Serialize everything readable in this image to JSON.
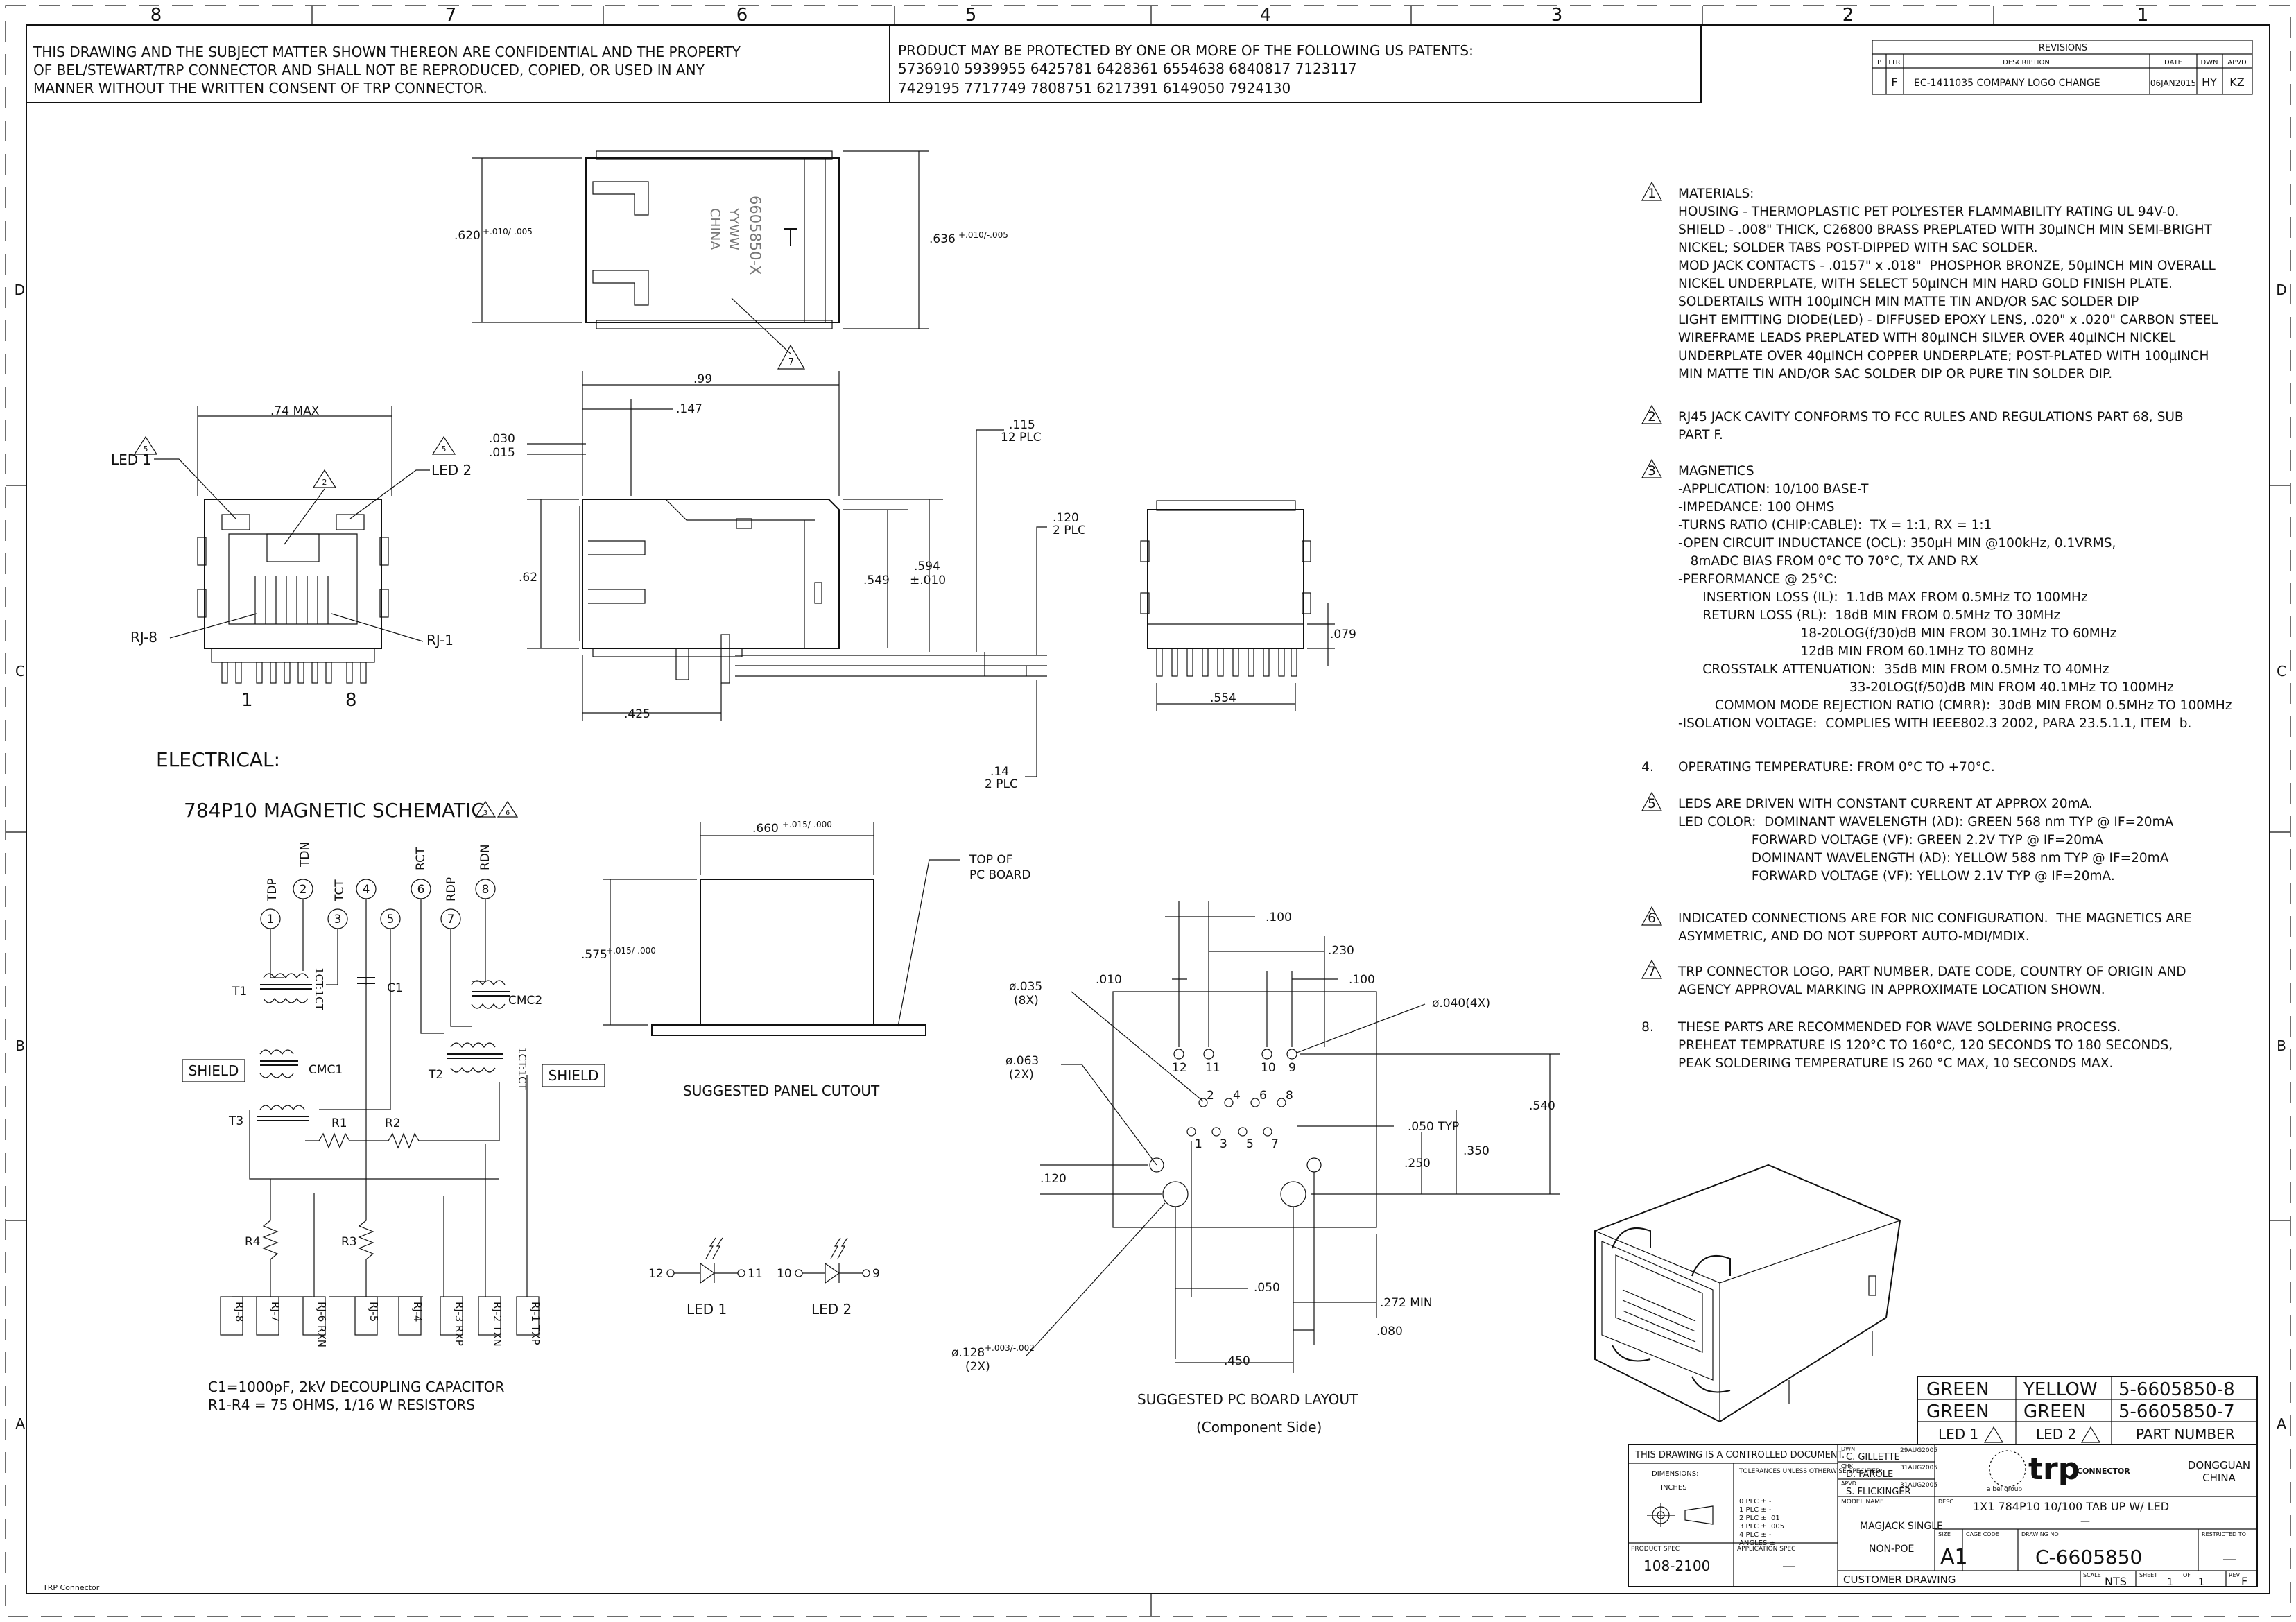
{
  "frame": {
    "col_labels": [
      "8",
      "7",
      "6",
      "5",
      "4",
      "3",
      "2",
      "1"
    ],
    "row_labels": [
      "D",
      "C",
      "B",
      "A"
    ],
    "footer_left": "TRP Connector"
  },
  "header": {
    "confidential": [
      "THIS DRAWING AND THE SUBJECT MATTER SHOWN THEREON ARE CONFIDENTIAL AND THE PROPERTY",
      "OF BEL/STEWART/TRP CONNECTOR AND SHALL NOT BE REPRODUCED, COPIED, OR USED IN ANY",
      "MANNER WITHOUT THE WRITTEN CONSENT OF TRP CONNECTOR."
    ],
    "patents": [
      "PRODUCT MAY BE PROTECTED BY ONE OR MORE OF THE FOLLOWING US PATENTS:",
      "5736910  5939955  6425781  6428361  6554638  6840817  7123117",
      "7429195  7717749  7808751  6217391  6149050  7924130"
    ]
  },
  "revisions": {
    "title": "REVISIONS",
    "headers": [
      "P",
      "LTR",
      "DESCRIPTION",
      "DATE",
      "DWN",
      "APVD"
    ],
    "row": [
      "",
      "F",
      "EC-1411035 COMPANY LOGO CHANGE",
      "06JAN2015",
      "HY",
      "KZ"
    ]
  },
  "top_view": {
    "dim_left": ".620",
    "dim_left_tol": "+.010/-.005",
    "dim_right": ".636",
    "dim_right_tol": "+.010/-.005",
    "marking": [
      "6605850-X",
      "YYWW",
      "CHINA"
    ],
    "note_ref": "7"
  },
  "front_view": {
    "dim_width": ".74 MAX",
    "led1": "LED 1",
    "led2": "LED 2",
    "note_led": "5",
    "note_cavity": "2",
    "rj8": "RJ-8",
    "rj1": "RJ-1",
    "pin1": "1",
    "pin8": "8"
  },
  "side_view": {
    "d_99": ".99",
    "d_147": ".147",
    "d_030": ".030",
    "d_015": ".015",
    "d_62": ".62",
    "d_549": ".549",
    "d_594": ".594",
    "d_594_tol": "±.010",
    "d_115": ".115",
    "d_115_note": "12 PLC",
    "d_120": ".120",
    "d_120_note": "2 PLC",
    "d_425": ".425",
    "d_14": ".14",
    "d_14_note": "2 PLC"
  },
  "rear_view": {
    "d_079": ".079",
    "d_554": ".554"
  },
  "schematic": {
    "electrical": "ELECTRICAL:",
    "title": "784P10  MAGNETIC  SCHEMATIC",
    "note_refs": [
      "3",
      "6"
    ],
    "top_labels": [
      "TDP",
      "TDN",
      "TCT",
      "RCT",
      "RDP",
      "RDN"
    ],
    "pins": [
      "1",
      "2",
      "3",
      "4",
      "5",
      "6",
      "7",
      "8"
    ],
    "t1": "T1",
    "t2": "T2",
    "t3": "T3",
    "c1": "C1",
    "cmc1": "CMC1",
    "cmc2": "CMC2",
    "ratio": "1CT:1CT",
    "shield": "SHIELD",
    "r1": "R1",
    "r2": "R2",
    "r3": "R3",
    "r4": "R4",
    "rj_labels": [
      "RJ-8",
      "RJ-7",
      "RJ-6 RXN",
      "RJ-5",
      "RJ-4",
      "RJ-3 RXP",
      "RJ-2 TXN",
      "RJ-1 TXP"
    ],
    "note1": "C1=1000pF, 2kV DECOUPLING CAPACITOR",
    "note2": "R1-R4 = 75 OHMS, 1/16 W  RESISTORS"
  },
  "leds": {
    "led1": "LED 1",
    "led2": "LED 2",
    "led1_pins": [
      "12",
      "11"
    ],
    "led2_pins": [
      "10",
      "9"
    ]
  },
  "panel_cutout": {
    "d_660": ".660",
    "d_660_tol": "+.015/-.000",
    "d_575": ".575",
    "d_575_tol": "+.015/-.000",
    "top_label": [
      "TOP OF",
      "PC BOARD"
    ],
    "title": "SUGGESTED  PANEL  CUTOUT"
  },
  "pcb_layout": {
    "d_100": ".100",
    "d_230": ".230",
    "d_010": ".010",
    "d_100b": ".100",
    "hole_035": "ø.035",
    "hole_035_note": "(8X)",
    "hole_040": "ø.040(4X)",
    "hole_063": "ø.063",
    "hole_063_note": "(2X)",
    "d_050typ": ".050  TYP",
    "d_540": ".540",
    "d_350": ".350",
    "d_250": ".250",
    "d_120": ".120",
    "d_050": ".050",
    "d_272": ".272  MIN",
    "d_080": ".080",
    "d_450": ".450",
    "hole_128": "ø.128",
    "hole_128_tol": "+.003/-.002",
    "hole_128_note": "(2X)",
    "pins_top": [
      "12",
      "11",
      "10",
      "9"
    ],
    "pins_mid": [
      "2",
      "4",
      "6",
      "8"
    ],
    "pins_bot": [
      "1",
      "3",
      "5",
      "7"
    ],
    "title": "SUGGESTED  PC  BOARD  LAYOUT",
    "subtitle": "(Component  Side)"
  },
  "notes": [
    {
      "num": "1",
      "tri": true,
      "lines": [
        "MATERIALS:",
        "HOUSING - THERMOPLASTIC PET POLYESTER FLAMMABILITY RATING UL 94V-0.",
        "SHIELD - .008\" THICK, C26800 BRASS PREPLATED WITH 30µINCH MIN SEMI-BRIGHT",
        "NICKEL; SOLDER TABS POST-DIPPED WITH SAC SOLDER.",
        "MOD JACK CONTACTS - .0157\" x .018\"  PHOSPHOR BRONZE, 50µINCH MIN OVERALL",
        "NICKEL UNDERPLATE, WITH SELECT 50µINCH MIN HARD GOLD FINISH PLATE.",
        "SOLDERTAILS WITH 100µINCH MIN MATTE TIN AND/OR SAC SOLDER DIP",
        "LIGHT EMITTING DIODE(LED) - DIFFUSED EPOXY LENS, .020\" x .020\" CARBON STEEL",
        "WIREFRAME LEADS PREPLATED WITH 80µINCH SILVER OVER 40µINCH NICKEL",
        "UNDERPLATE OVER 40µINCH COPPER UNDERPLATE; POST-PLATED WITH 100µINCH",
        "MIN MATTE TIN AND/OR SAC SOLDER DIP OR PURE TIN SOLDER DIP."
      ]
    },
    {
      "num": "2",
      "tri": true,
      "lines": [
        "RJ45 JACK CAVITY CONFORMS TO FCC RULES AND REGULATIONS PART 68, SUB",
        "PART F."
      ]
    },
    {
      "num": "3",
      "tri": true,
      "lines": [
        "MAGNETICS",
        "-APPLICATION: 10/100 BASE-T",
        "-IMPEDANCE: 100 OHMS",
        "-TURNS RATIO (CHIP:CABLE):  TX = 1:1, RX = 1:1",
        "-OPEN CIRCUIT INDUCTANCE (OCL): 350µH MIN @100kHz, 0.1VRMS,",
        "   8mADC BIAS FROM 0°C TO 70°C, TX AND RX",
        "-PERFORMANCE @ 25°C:",
        "      INSERTION LOSS (IL):  1.1dB MAX FROM 0.5MHz TO 100MHz",
        "      RETURN LOSS (RL):  18dB MIN FROM 0.5MHz TO 30MHz",
        "                              18-20LOG(f/30)dB MIN FROM 30.1MHz TO 60MHz",
        "                              12dB MIN FROM 60.1MHz TO 80MHz",
        "      CROSSTALK ATTENUATION:  35dB MIN FROM 0.5MHz TO 40MHz",
        "                                          33-20LOG(f/50)dB MIN FROM 40.1MHz TO 100MHz",
        "         COMMON MODE REJECTION RATIO (CMRR):  30dB MIN FROM 0.5MHz TO 100MHz",
        "-ISOLATION VOLTAGE:  COMPLIES WITH IEEE802.3 2002, PARA 23.5.1.1, ITEM  b."
      ]
    },
    {
      "num": "4.",
      "tri": false,
      "lines": [
        "OPERATING TEMPERATURE: FROM 0°C TO +70°C."
      ]
    },
    {
      "num": "5",
      "tri": true,
      "lines": [
        "LEDS ARE DRIVEN WITH CONSTANT CURRENT AT APPROX 20mA.",
        "LED COLOR:  DOMINANT WAVELENGTH (λD): GREEN 568 nm TYP @ IF=20mA",
        "                  FORWARD VOLTAGE (VF): GREEN 2.2V TYP @ IF=20mA",
        "                  DOMINANT WAVELENGTH (λD): YELLOW 588 nm TYP @ IF=20mA",
        "                  FORWARD VOLTAGE (VF): YELLOW 2.1V TYP @ IF=20mA."
      ]
    },
    {
      "num": "6",
      "tri": true,
      "lines": [
        "INDICATED CONNECTIONS ARE FOR NIC CONFIGURATION.  THE MAGNETICS ARE",
        "ASYMMETRIC, AND DO NOT SUPPORT AUTO-MDI/MDIX."
      ]
    },
    {
      "num": "7",
      "tri": true,
      "lines": [
        "TRP CONNECTOR LOGO, PART NUMBER, DATE CODE, COUNTRY OF ORIGIN AND",
        "AGENCY APPROVAL MARKING IN APPROXIMATE LOCATION SHOWN."
      ]
    },
    {
      "num": "8.",
      "tri": false,
      "lines": [
        "THESE PARTS ARE RECOMMENDED FOR WAVE SOLDERING PROCESS.",
        "PREHEAT TEMPRATURE IS 120°C TO 160°C, 120 SECONDS TO 180 SECONDS,",
        "PEAK SOLDERING TEMPERATURE IS 260 °C MAX, 10 SECONDS MAX."
      ]
    }
  ],
  "part_table": {
    "rows": [
      [
        "GREEN",
        "YELLOW",
        "5-6605850-8"
      ],
      [
        "GREEN",
        "GREEN",
        "5-6605850-7"
      ]
    ],
    "footer": [
      "LED 1",
      "LED 2",
      "PART NUMBER"
    ]
  },
  "title_block": {
    "controlled": "THIS DRAWING IS A CONTROLLED DOCUMENT.",
    "dwn_label": "DWN",
    "dwn": "C. GILLETTE",
    "dwn_date": "29AUG2005",
    "chk_label": "CHK",
    "chk": "D. FAROLE",
    "chk_date": "31AUG2005",
    "apvd_label": "APVD",
    "apvd": "S. FLICKINGER",
    "apvd_date": "31AUG2005",
    "dimensions": "DIMENSIONS:",
    "units": "INCHES",
    "tolerances": "TOLERANCES UNLESS OTHERWISE SPECIFIED:",
    "tol_rows": [
      "0 PLC  ± -",
      "1 PLC  ± -",
      "2 PLC  ± .01",
      "3 PLC  ± .005",
      "4 PLC  ± -",
      "ANGLES  ± -"
    ],
    "logo": "trp",
    "logo_sub": "CONNECTOR",
    "logo_group": "a bel group",
    "location": [
      "DONGGUAN",
      "CHINA"
    ],
    "model_label": "MODEL NAME",
    "model": [
      "MAGJACK SINGLE",
      "NON-POE"
    ],
    "desc_label": "DESC",
    "desc": "1X1  784P10  10/100  TAB  UP  W/  LED",
    "desc2": "—",
    "product_spec_label": "PRODUCT SPEC",
    "product_spec": "108-2100",
    "app_spec_label": "APPLICATION SPEC",
    "app_spec": "—",
    "size_label": "SIZE",
    "size": "A1",
    "cage_label": "CAGE CODE",
    "dwg_label": "DRAWING NO",
    "dwg": "C-6605850",
    "restricted_label": "RESTRICTED TO",
    "restricted": "—",
    "customer": "CUSTOMER  DRAWING",
    "scale_label": "SCALE",
    "scale": "NTS",
    "sheet_label": "SHEET",
    "sheet": "1",
    "of": "OF",
    "sheets": "1",
    "rev_label": "REV",
    "rev": "F"
  }
}
